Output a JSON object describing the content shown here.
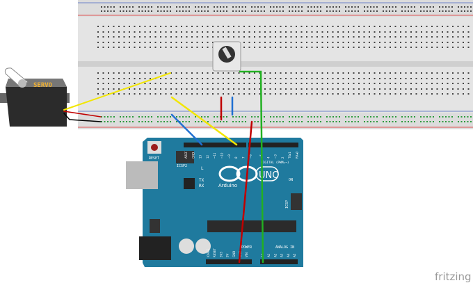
{
  "colors": {
    "breadboard": "#d9d9d9",
    "rail_red": "#e05555",
    "rail_blue": "#6b82c9",
    "board": "#1f7a9e",
    "wire_yellow": "#f2e600",
    "wire_blue": "#1f6fd1",
    "wire_red": "#c00000",
    "wire_green": "#22b022",
    "servo_label": "#f0b030"
  },
  "servo": {
    "label": "SERVO"
  },
  "arduino": {
    "reset_label": "RESET",
    "icsp2_label": "ICSP2",
    "l_label": "L",
    "tx_label": "TX",
    "rx_label": "RX",
    "on_label": "ON",
    "icsp_label": "ICSP",
    "logo_text": "Arduino",
    "model": "UNO",
    "digital_label": "DIGITAL (PWM=~)",
    "power_label": "POWER",
    "analog_label": "ANALOG IN",
    "digital_pins": [
      "AREF",
      "GND",
      "13",
      "12",
      "~11",
      "~10",
      "~9",
      "8",
      "7",
      "~6",
      "~5",
      "4",
      "~3",
      "2",
      "TX▸1",
      "RX◂0"
    ],
    "power_pins": [
      "IOREF",
      "RESET",
      "3V3",
      "5V",
      "GND",
      "GND",
      "VIN"
    ],
    "analog_pins": [
      "A0",
      "A1",
      "A2",
      "A3",
      "A4",
      "A5"
    ]
  },
  "footer": {
    "brand": "fritzing"
  }
}
